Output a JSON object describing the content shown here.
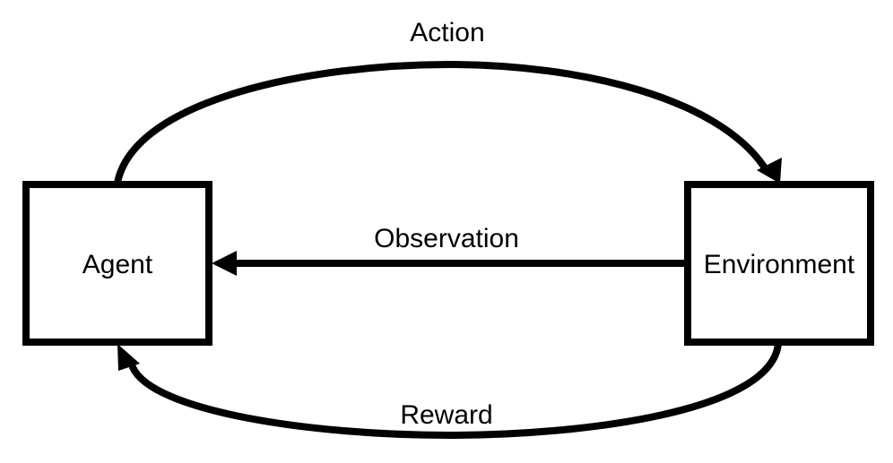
{
  "nodes": {
    "agent": {
      "label": "Agent"
    },
    "environment": {
      "label": "Environment"
    }
  },
  "edges": {
    "action": {
      "label": "Action",
      "from": "Agent",
      "to": "Environment"
    },
    "observation": {
      "label": "Observation",
      "from": "Environment",
      "to": "Agent"
    },
    "reward": {
      "label": "Reward",
      "from": "Environment",
      "to": "Agent"
    }
  },
  "colors": {
    "stroke": "#000000",
    "background": "#ffffff",
    "text": "#000000"
  }
}
